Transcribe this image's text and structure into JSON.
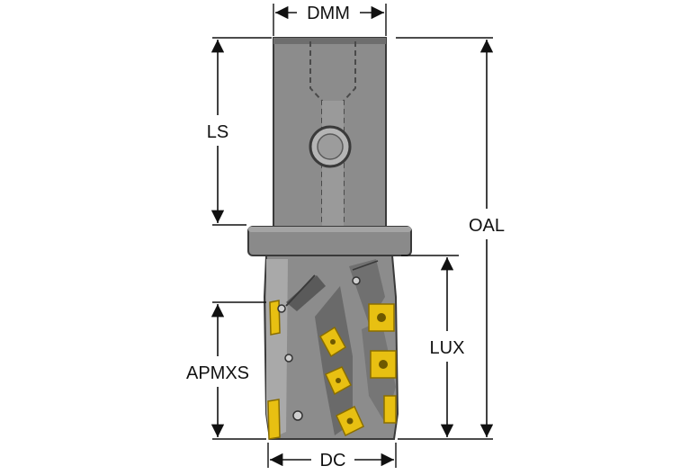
{
  "labels": {
    "dmm": "DMM",
    "ls": "LS",
    "oal": "OAL",
    "lux": "LUX",
    "apmxs": "APMXS",
    "dc": "DC"
  },
  "colors": {
    "body": "#8c8c8c",
    "body_light": "#a8a8a8",
    "body_dark": "#5a5a5a",
    "insert": "#e8c012",
    "insert_dark": "#8a6e00",
    "dimension_line": "#111111",
    "background": "#ffffff"
  }
}
